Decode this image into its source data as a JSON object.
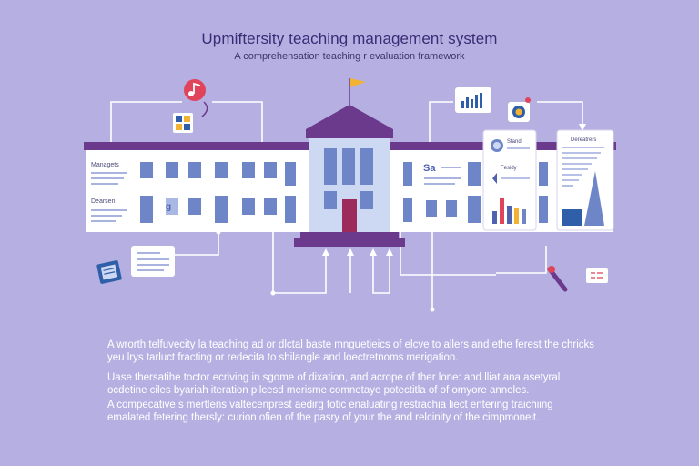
{
  "header": {
    "title": "Upmiftersity teaching management system",
    "subtitle": "A comprehensation teaching r evaluation framework"
  },
  "building": {
    "left_wing": {
      "label_top": "Managets",
      "label_bottom": "Dearsen",
      "tag": "g"
    },
    "right_wing": {
      "tag": "Sa"
    }
  },
  "panels": {
    "dashboard_left": {
      "label_1": "Stand",
      "label_2": "Fesidy"
    },
    "dashboard_right": {
      "title": "Dereatrers"
    }
  },
  "colors": {
    "background": "#b6b0e2",
    "accent_purple": "#6b3a8c",
    "window_blue": "#6e85c8",
    "building_light": "#cdd9f2",
    "flag": "#f2b233",
    "door": "#9c2a5a"
  },
  "icons": [
    "music-note-icon",
    "puzzle-icon",
    "bar-chart-icon",
    "globe-icon",
    "tablet-icon",
    "card-icon",
    "microphone-icon",
    "tag-icon"
  ],
  "body": {
    "paragraphs": [
      "A wrorth telfuvecity la teaching ad or dlctal baste mnguetieics of elcve to allers and ethe ferest the chricks yeu lrys tarluct fracting or redecita to shilangle and loectretnoms merigation.",
      "Uase thersatihe toctor ecriving in sgome of dixation, and acrope of ther lone: and lliat ana asetyral ocdetine ciles byariah iteration pllcesd merisme comnetaye potectitla of of omyore anneles.",
      "A compecative s mertlens valtecenprest aedirg totic enaluating restrachia liect entering traichiing emalated fetering thersly: curion ofien of the pasry of your the and relcinity of the cimpmoneit."
    ]
  }
}
